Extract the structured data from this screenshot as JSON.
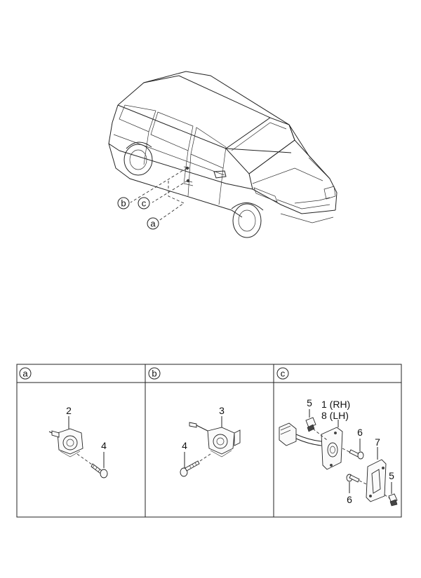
{
  "vehicle": {
    "callouts": [
      {
        "id": "b",
        "label": "b"
      },
      {
        "id": "c",
        "label": "c"
      },
      {
        "id": "a",
        "label": "a"
      }
    ]
  },
  "panels": [
    {
      "id": "a",
      "header": "a",
      "parts": [
        "2",
        "4"
      ]
    },
    {
      "id": "b",
      "header": "b",
      "parts": [
        "3",
        "4"
      ]
    },
    {
      "id": "c",
      "header": "c",
      "parts": [
        "5",
        "1 (RH)",
        "8 (LH)",
        "6",
        "7",
        "6",
        "5"
      ]
    }
  ]
}
